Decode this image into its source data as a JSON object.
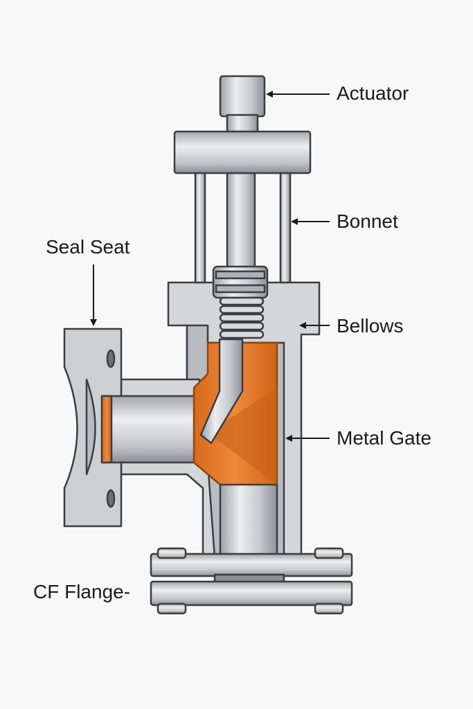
{
  "labels": {
    "actuator": "Actuator",
    "bonnet": "Bonnet",
    "bellows": "Bellows",
    "metal_gate": "Metal Gate",
    "seal_seat": "Seal Seat",
    "cf_flange": "CF Flange-"
  },
  "colors": {
    "background": "#f8f8f8",
    "metal": "#c9cbcf",
    "metal_light": "#e6e7e9",
    "metal_dark": "#9ea1a6",
    "outline": "#3a3d42",
    "gate_orange": "#e0782a",
    "gate_orange_dark": "#b85a17"
  }
}
